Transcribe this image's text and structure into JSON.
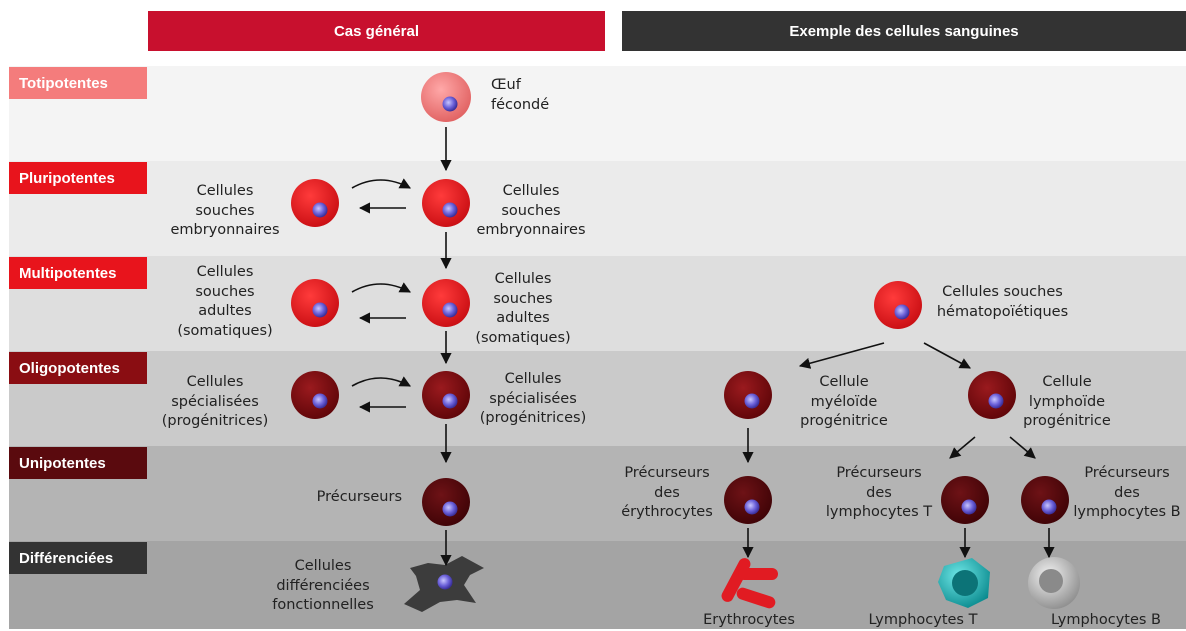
{
  "headers": {
    "general": "Cas général",
    "blood": "Exemple des cellules sanguines"
  },
  "colors": {
    "header_general": "#c8102e",
    "header_blood": "#333333",
    "totipotent": "#f47c7c",
    "pluripotent": "#e8141c",
    "multipotent": "#e8141c",
    "oligopotent": "#8a0d12",
    "unipotent": "#5a0a0e",
    "differentiated": "#333333"
  },
  "rows": [
    {
      "label": "Totipotentes"
    },
    {
      "label": "Pluripotentes"
    },
    {
      "label": "Multipotentes"
    },
    {
      "label": "Oligopotentes"
    },
    {
      "label": "Unipotentes"
    },
    {
      "label": "Différenciées"
    }
  ],
  "general": {
    "egg": "Œuf\nfécondé",
    "pluri_left": "Cellules\nsouches\nembryonnaires",
    "pluri_right": "Cellules\nsouches\nembryonnaires",
    "multi_left": "Cellules\nsouches\nadultes\n(somatiques)",
    "multi_right": "Cellules\nsouches\nadultes\n(somatiques)",
    "oligo_left": "Cellules\nspécialisées\n(progénitrices)",
    "oligo_right": "Cellules\nspécialisées\n(progénitrices)",
    "uni": "Précurseurs",
    "diff": "Cellules\ndifférenciées\nfonctionnelles"
  },
  "blood": {
    "hsc": "Cellules souches\nhématopoïétiques",
    "myeloid": "Cellule\nmyéloïde\nprogénitrice",
    "lymphoid": "Cellule\nlymphoïde\nprogénitrice",
    "ery_prec": "Précurseurs\ndes\nérythrocytes",
    "t_prec": "Précurseurs\ndes\nlymphocytes T",
    "b_prec": "Précurseurs\ndes\nlymphocytes B",
    "ery": "Erythrocytes",
    "t": "Lymphocytes T",
    "b": "Lymphocytes B"
  }
}
